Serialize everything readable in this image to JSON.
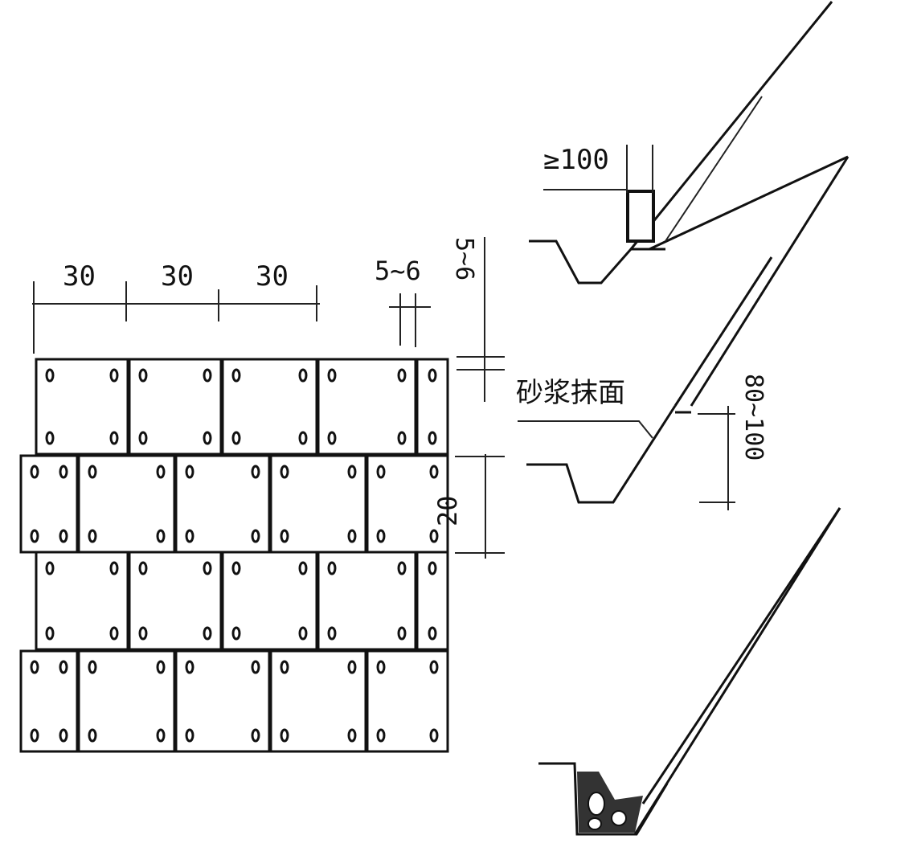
{
  "dimensions": {
    "brick_width_1": "30",
    "brick_width_2": "30",
    "brick_width_3": "30",
    "joint_width": "5~6",
    "joint_height": "5~6",
    "brick_height": "20",
    "coping_width": "≥100",
    "ditch_depth": "80~100"
  },
  "labels": {
    "mortar_plaster": "砂浆抹面"
  }
}
